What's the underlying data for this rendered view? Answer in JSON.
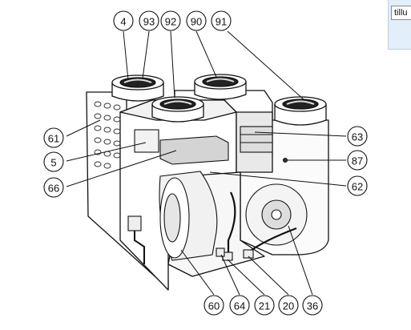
{
  "tooltip": {
    "text": "tillu"
  },
  "callouts": {
    "c4": "4",
    "c93": "93",
    "c92": "92",
    "c90": "90",
    "c91": "91",
    "c61": "61",
    "c5": "5",
    "c66": "66",
    "c63": "63",
    "c87": "87",
    "c62": "62",
    "c60": "60",
    "c64": "64",
    "c21": "21",
    "c20": "20",
    "c36": "36"
  }
}
